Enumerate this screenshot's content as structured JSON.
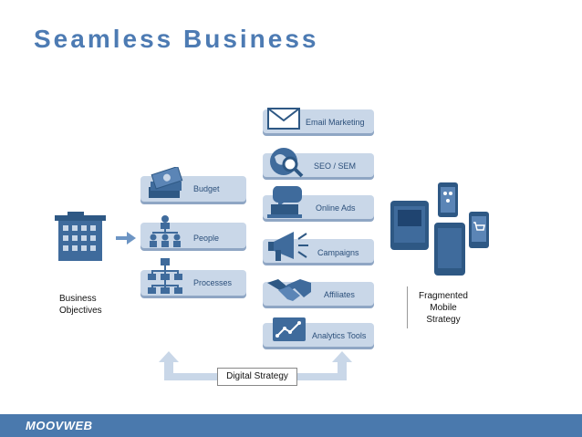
{
  "title": "Seamless Business",
  "left_caption": [
    "Business",
    "Objectives"
  ],
  "middle_items": [
    {
      "label": "Budget",
      "icon": "money-stack-icon"
    },
    {
      "label": "People",
      "icon": "org-people-icon"
    },
    {
      "label": "Processes",
      "icon": "flowchart-icon"
    }
  ],
  "channels": [
    {
      "label": "Email Marketing",
      "icon": "envelope-icon"
    },
    {
      "label": "SEO / SEM",
      "icon": "globe-search-icon"
    },
    {
      "label": "Online Ads",
      "icon": "laptop-chat-icon"
    },
    {
      "label": "Campaigns",
      "icon": "megaphone-icon"
    },
    {
      "label": "Affiliates",
      "icon": "handshake-icon"
    },
    {
      "label": "Analytics Tools",
      "icon": "chart-screen-icon"
    }
  ],
  "right_caption": [
    "Fragmented",
    "Mobile",
    "Strategy"
  ],
  "bottom_label": "Digital Strategy",
  "footer_logo": "MOOVWEB",
  "colors": {
    "accent": "#4d7bb3",
    "box": "#c9d7e8",
    "icon": "#3f6b9c",
    "footer": "#4a79ad"
  }
}
